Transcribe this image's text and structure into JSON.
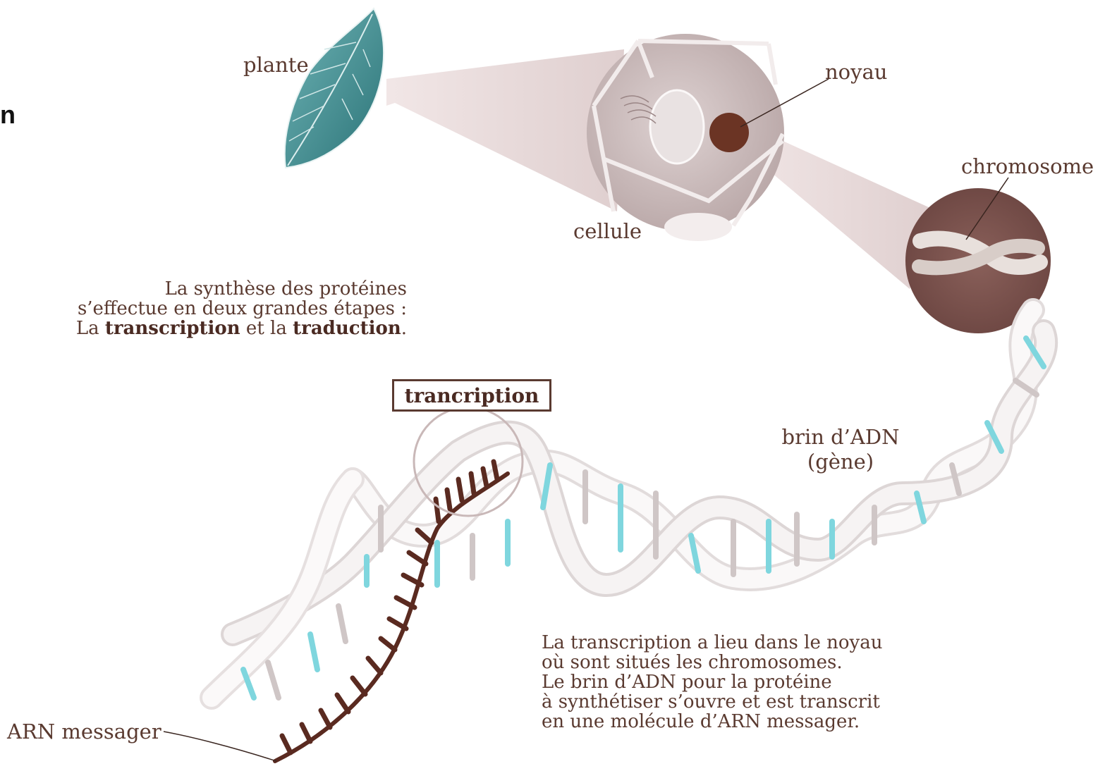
{
  "side_letter": "n",
  "labels": {
    "plante": "plante",
    "noyau": "noyau",
    "chromosome": "chromosome",
    "cellule": "cellule",
    "brin_line1": "brin d’ADN",
    "brin_line2": "(gène)",
    "arn": "ARN messager"
  },
  "intro": {
    "line1": "La synthèse des protéines",
    "line2": "s’effectue en deux grandes étapes :",
    "line3_a": "La ",
    "line3_b": "transcription",
    "line3_c": " et la ",
    "line3_d": "traduction",
    "line3_e": "."
  },
  "step_box": "trancription",
  "description": [
    "La transcription a lieu dans le noyau",
    "où sont situés les chromosomes.",
    "Le brin d’ADN pour la protéine",
    "à synthétiser s’ouvre et est transcrit",
    "en une molécule d’ARN messager."
  ],
  "colors": {
    "leaf": "#3f8e92",
    "zoom_cone": "#e8d8d8",
    "nucleus": "#6b3424",
    "chromosome_disc": "#7b5550",
    "dna_strand": "#f3f0f0",
    "dna_teal": "#7fd6de",
    "mrna": "#5a2a20",
    "text": "#5a3a30"
  }
}
